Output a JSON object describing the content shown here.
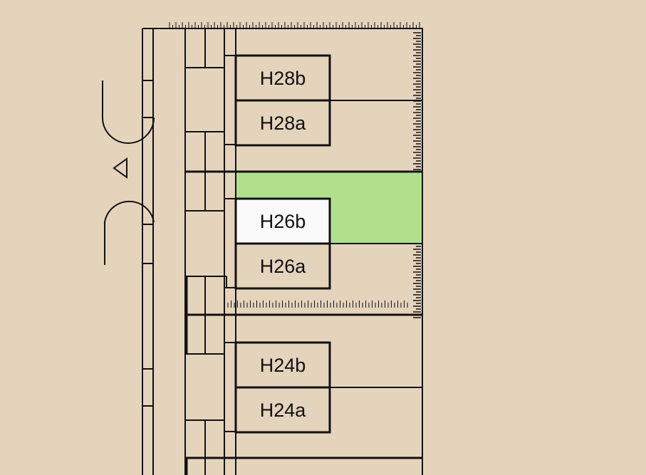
{
  "colors": {
    "background": "#e5d4bc",
    "selected_zone": "#b0e08c",
    "selected_room": "#fafafa",
    "line": "#111111"
  },
  "rooms": [
    {
      "id": "H28b",
      "label": "H28b",
      "selected": false
    },
    {
      "id": "H28a",
      "label": "H28a",
      "selected": false
    },
    {
      "id": "H26b",
      "label": "H26b",
      "selected": true
    },
    {
      "id": "H26a",
      "label": "H26a",
      "selected": false
    },
    {
      "id": "H24b",
      "label": "H24b",
      "selected": false
    },
    {
      "id": "H24a",
      "label": "H24a",
      "selected": false
    }
  ]
}
